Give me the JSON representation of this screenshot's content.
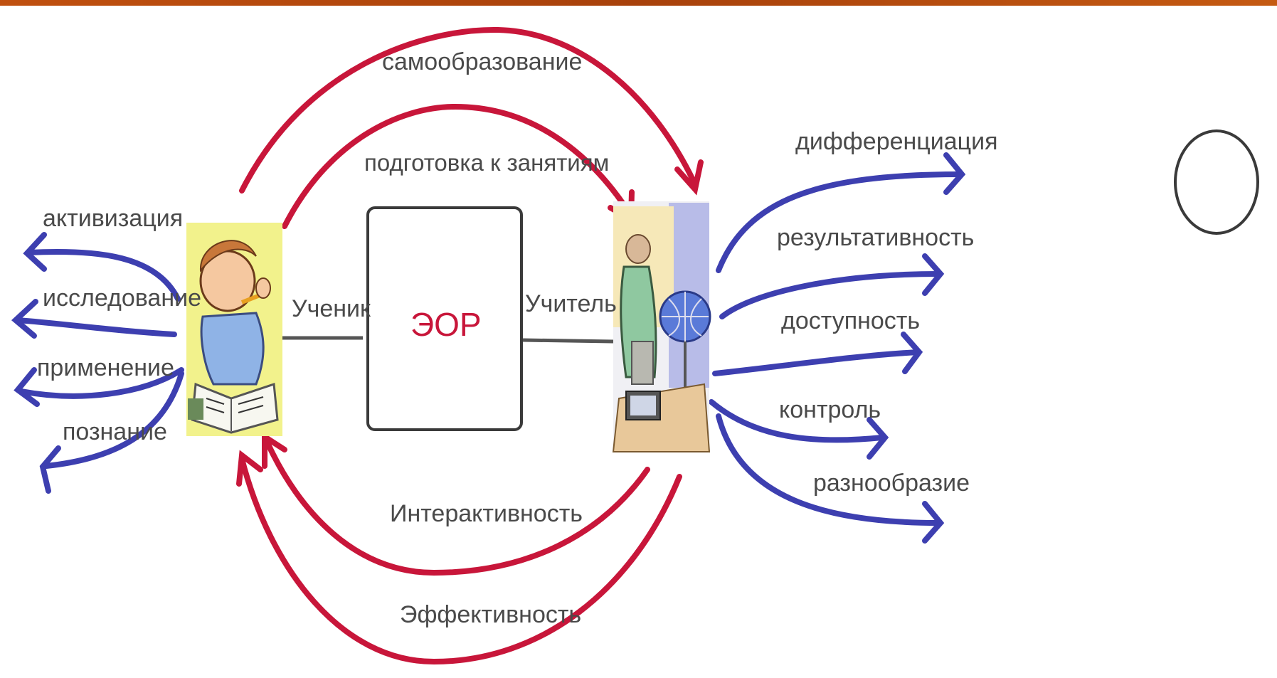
{
  "labels": {
    "self_education": "самообразование",
    "lesson_prep": "подготовка к занятиям",
    "student": "Ученик",
    "teacher": "Учитель",
    "center": "ЭОР",
    "interactivity": "Интерактивность",
    "effectiveness": "Эффективность"
  },
  "left_items": [
    "активизация",
    "исследование",
    "применение",
    "познание"
  ],
  "right_items": [
    "дифференциация",
    "результативность",
    "доступность",
    "контроль",
    "разнообразие"
  ],
  "colors": {
    "red_arrow": "#c8163a",
    "blue_arrow": "#3d3fb0",
    "frame": "#b8470c",
    "text": "#4a4a4a"
  },
  "icons": {
    "student": "student-clipart",
    "teacher": "teacher-with-globe-clipart"
  }
}
